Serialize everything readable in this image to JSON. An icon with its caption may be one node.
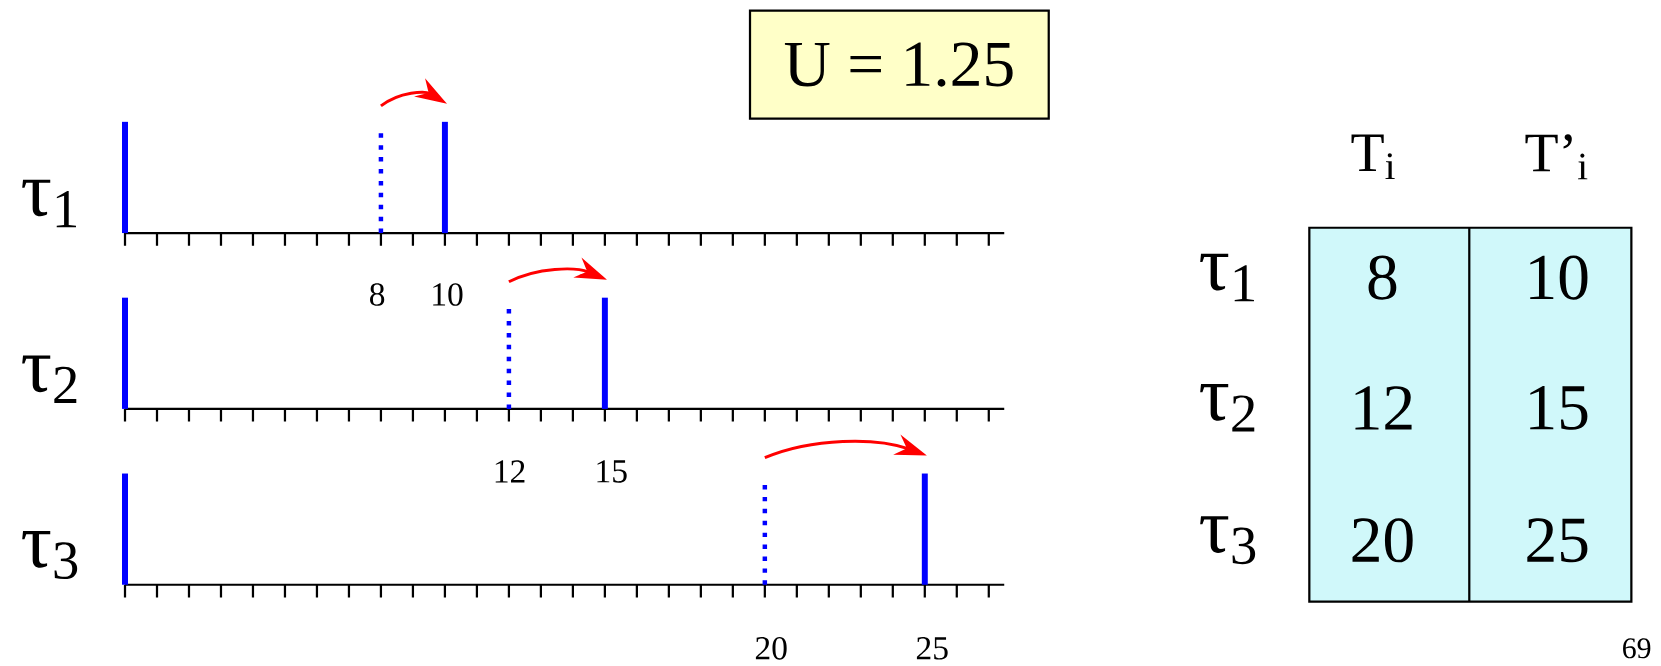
{
  "diagram": {
    "nodes": [
      {
        "text": [
          "U = 1.25"
        ]
      }
    ],
    "labels": [
      "τ$_{1}$",
      "8",
      "10",
      "τ$_{2}$",
      "12",
      "15",
      "τ$_{3}$",
      "20",
      "25",
      "T$_{i}$",
      "T’$_{i}$",
      "τ$_{1}$",
      "8",
      "10",
      "τ$_{2}$",
      "12",
      "15",
      "τ$_{3}$",
      "20",
      "25",
      "69"
    ]
  }
}
